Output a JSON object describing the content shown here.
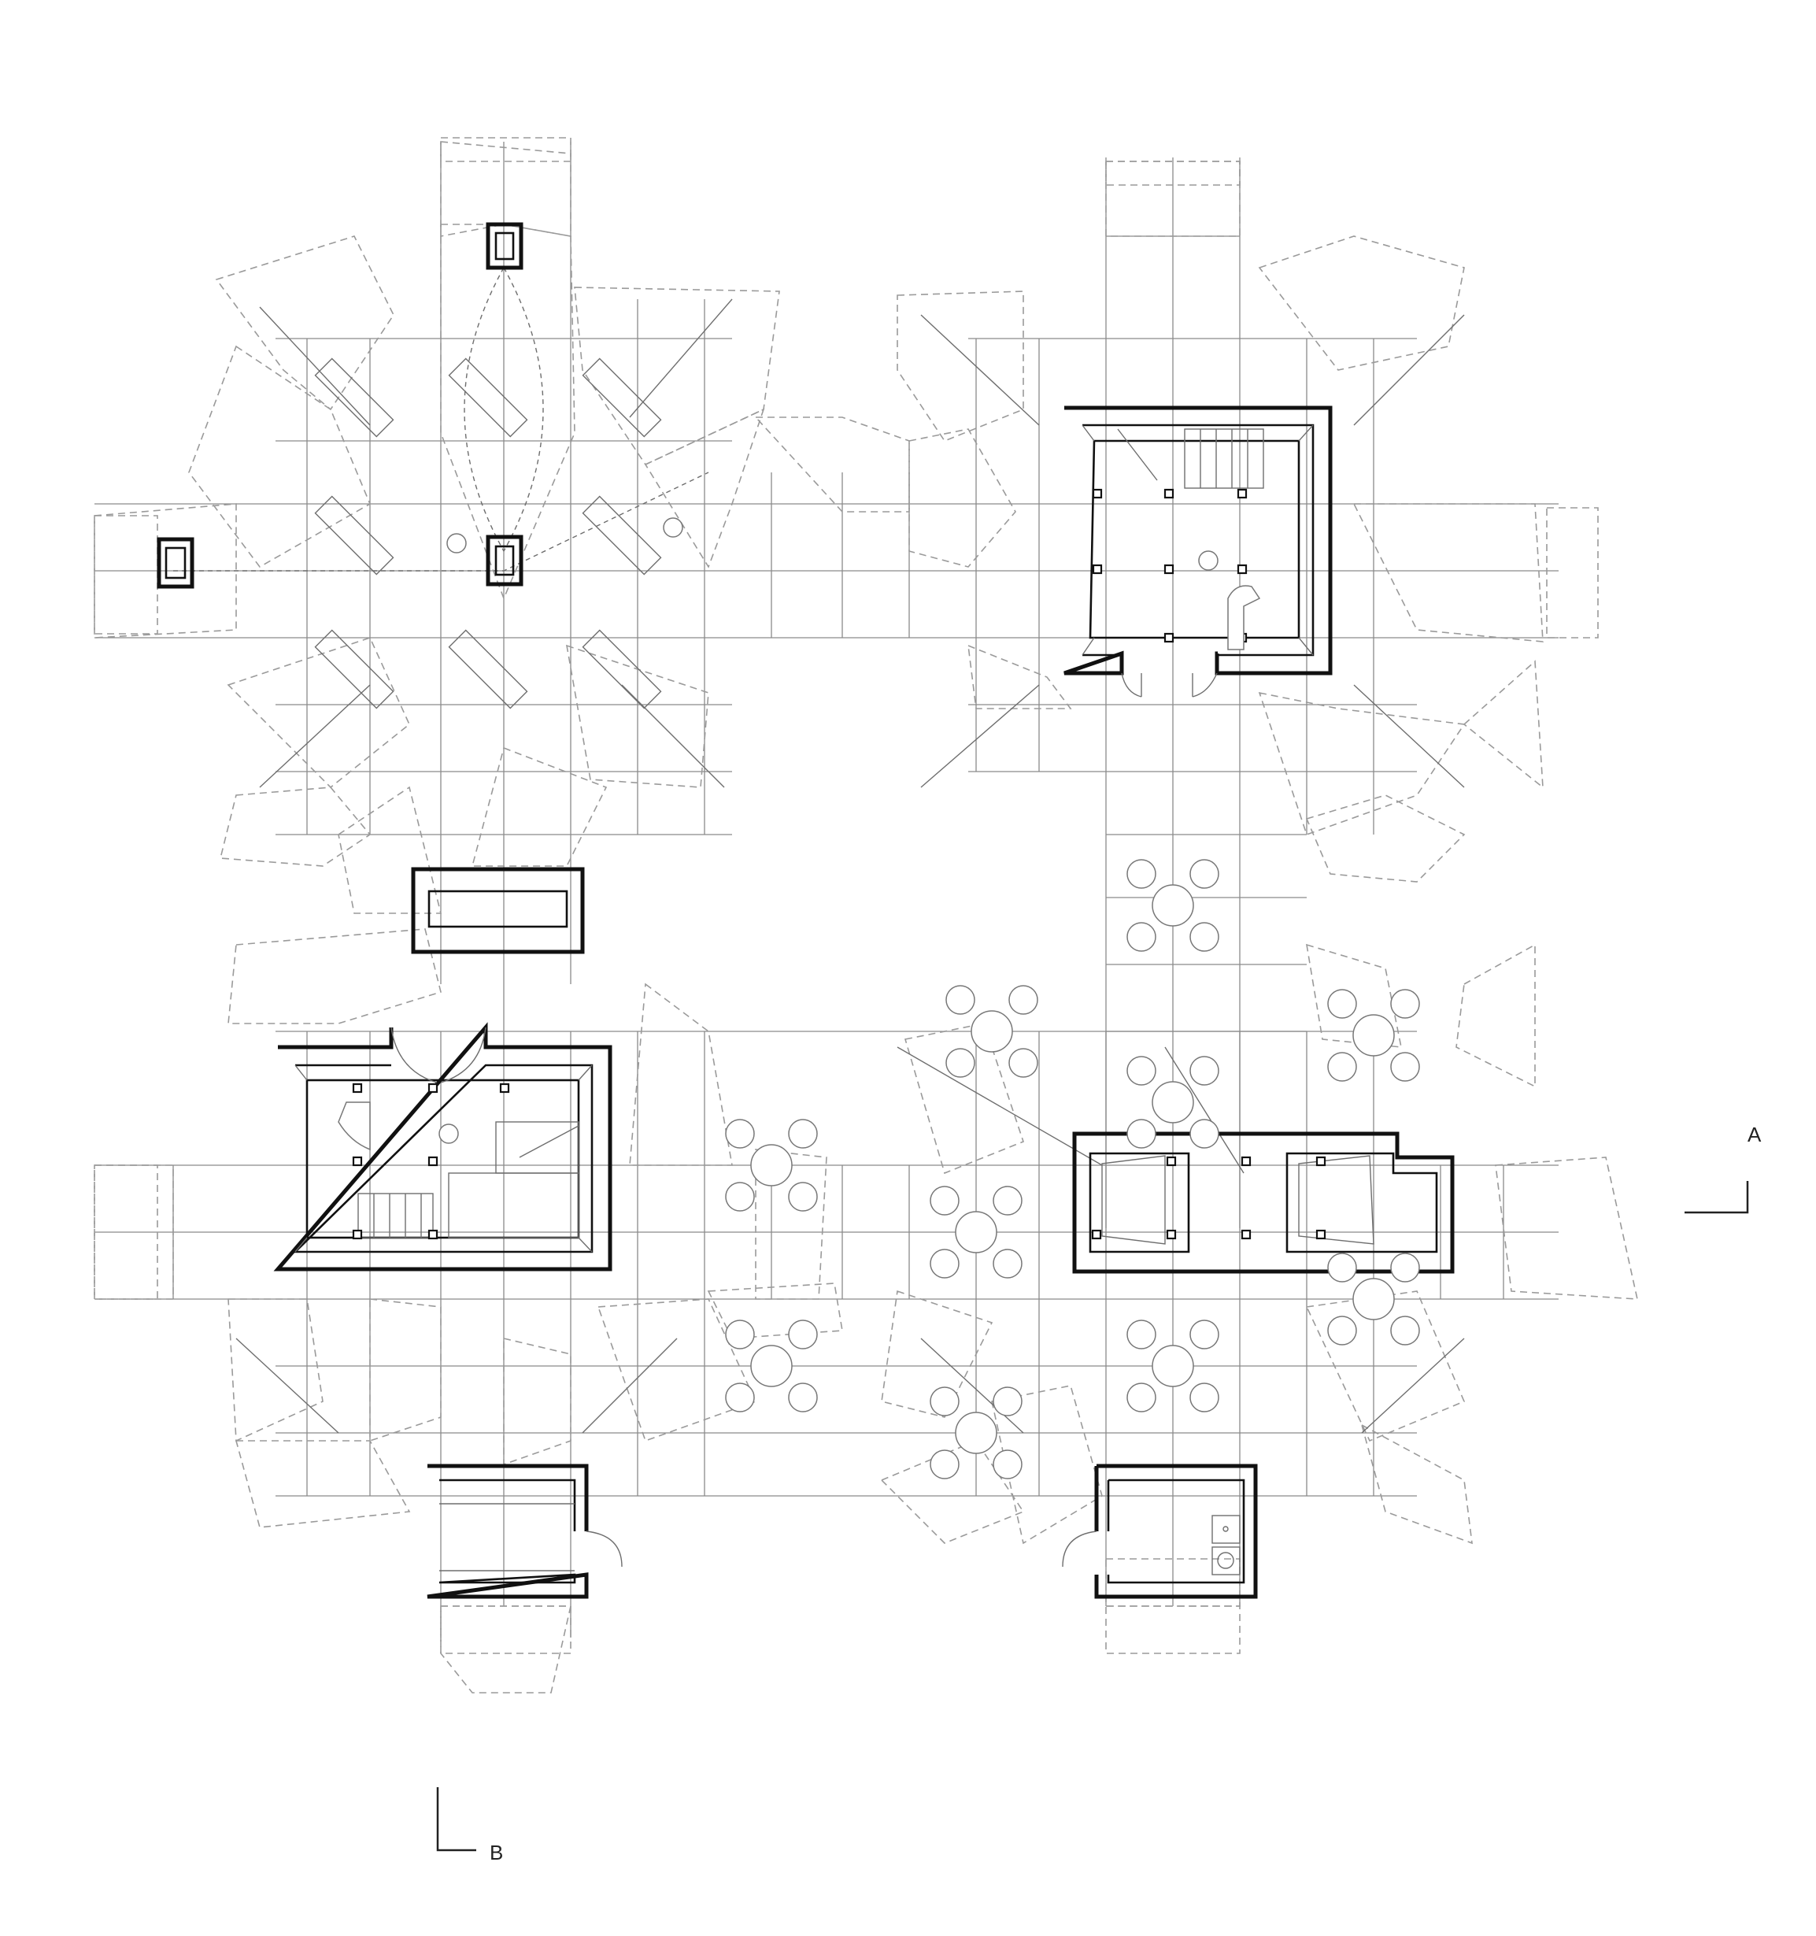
{
  "section_markers": [
    {
      "id": "A",
      "label": "A"
    },
    {
      "id": "B",
      "label": "B"
    }
  ]
}
